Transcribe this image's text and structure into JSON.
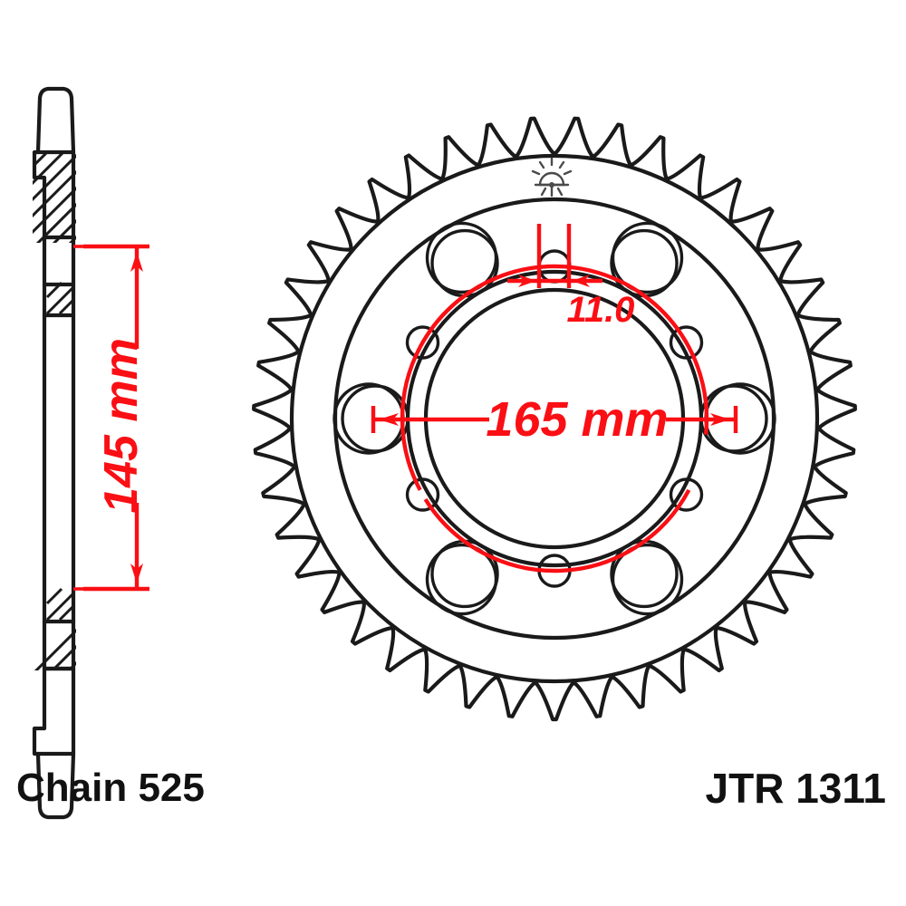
{
  "title": "JT Rear Sprocket Technical Drawing",
  "labels": {
    "chain": "Chain 525",
    "part_number": "JTR 1311"
  },
  "dimensions": {
    "thickness_label": "145 mm",
    "bolt_circle_label": "165 mm",
    "bolt_hole_label": "11.0"
  },
  "colors": {
    "dimension_red": "#fa0f14",
    "outline_black": "#1a1a1a",
    "background": "#ffffff"
  },
  "icons": {
    "emblem": "sprocket-emblem-icon"
  },
  "chart_data": {
    "type": "diagram",
    "title": "JTR 1311 Rear Sprocket",
    "views": [
      {
        "name": "side-profile-section",
        "label": "145 mm"
      },
      {
        "name": "front-face",
        "labels": [
          "165 mm",
          "11.0"
        ]
      }
    ],
    "specs": {
      "chain_pitch": "525",
      "part_number": "JTR 1311",
      "teeth": 43,
      "bolt_circle_diameter_mm": 165,
      "bolt_hole_diameter_mm": 11.0,
      "outside_diameter_mm": 145,
      "bolt_holes": 6,
      "lightening_holes": 12
    }
  }
}
